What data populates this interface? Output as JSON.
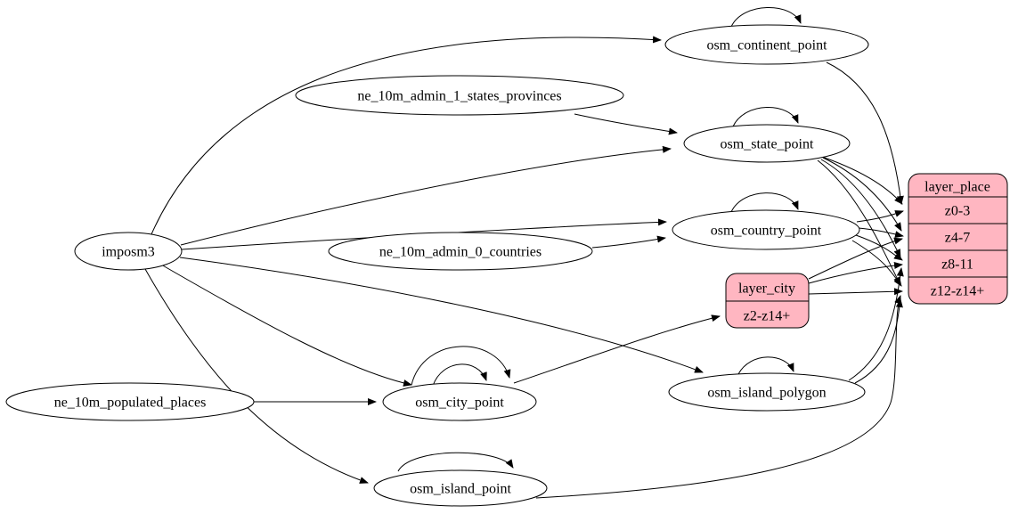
{
  "diagram": {
    "kind": "graphviz-etl-graph",
    "background_color": "#ffffff",
    "node_fill_color": "#ffffff",
    "record_fill_color": "#ffb6c1",
    "edge_color": "#000000",
    "nodes": [
      {
        "id": "imposm3",
        "label": "imposm3"
      },
      {
        "id": "ne_10m_admin_1_states_provinces",
        "label": "ne_10m_admin_1_states_provinces"
      },
      {
        "id": "ne_10m_admin_0_countries",
        "label": "ne_10m_admin_0_countries"
      },
      {
        "id": "ne_10m_populated_places",
        "label": "ne_10m_populated_places"
      },
      {
        "id": "osm_continent_point",
        "label": "osm_continent_point"
      },
      {
        "id": "osm_state_point",
        "label": "osm_state_point"
      },
      {
        "id": "osm_country_point",
        "label": "osm_country_point"
      },
      {
        "id": "osm_city_point",
        "label": "osm_city_point"
      },
      {
        "id": "osm_island_polygon",
        "label": "osm_island_polygon"
      },
      {
        "id": "osm_island_point",
        "label": "osm_island_point"
      }
    ],
    "records": {
      "layer_city": {
        "title": "layer_city",
        "rows": [
          "z2-z14+"
        ]
      },
      "layer_place": {
        "title": "layer_place",
        "rows": [
          "z0-3",
          "z4-7",
          "z8-11",
          "z12-z14+"
        ]
      }
    },
    "edges": [
      [
        "imposm3",
        "osm_continent_point"
      ],
      [
        "imposm3",
        "osm_state_point"
      ],
      [
        "imposm3",
        "osm_country_point"
      ],
      [
        "imposm3",
        "osm_city_point"
      ],
      [
        "imposm3",
        "osm_island_polygon"
      ],
      [
        "imposm3",
        "osm_island_point"
      ],
      [
        "ne_10m_admin_1_states_provinces",
        "osm_state_point"
      ],
      [
        "ne_10m_admin_0_countries",
        "osm_country_point"
      ],
      [
        "ne_10m_populated_places",
        "osm_city_point"
      ],
      [
        "osm_continent_point",
        "osm_continent_point"
      ],
      [
        "osm_state_point",
        "osm_state_point"
      ],
      [
        "osm_country_point",
        "osm_country_point"
      ],
      [
        "osm_city_point",
        "osm_city_point"
      ],
      [
        "osm_city_point",
        "osm_city_point"
      ],
      [
        "osm_island_polygon",
        "osm_island_polygon"
      ],
      [
        "osm_island_point",
        "osm_island_point"
      ],
      [
        "osm_continent_point",
        "layer_place:z0-3"
      ],
      [
        "osm_state_point",
        "layer_place:z0-3"
      ],
      [
        "osm_state_point",
        "layer_place:z4-7"
      ],
      [
        "osm_state_point",
        "layer_place:z8-11"
      ],
      [
        "osm_state_point",
        "layer_place:z12-z14+"
      ],
      [
        "osm_country_point",
        "layer_place:z0-3"
      ],
      [
        "osm_country_point",
        "layer_place:z4-7"
      ],
      [
        "osm_country_point",
        "layer_place:z8-11"
      ],
      [
        "osm_country_point",
        "layer_place:z12-z14+"
      ],
      [
        "osm_island_polygon",
        "layer_place:z8-11"
      ],
      [
        "osm_island_polygon",
        "layer_place:z12-z14+"
      ],
      [
        "osm_island_point",
        "layer_place:z12-z14+"
      ],
      [
        "osm_city_point",
        "layer_city:z2-z14+"
      ],
      [
        "layer_city",
        "layer_place:z4-7"
      ],
      [
        "layer_city",
        "layer_place:z8-11"
      ],
      [
        "layer_city",
        "layer_place:z12-z14+"
      ]
    ]
  }
}
